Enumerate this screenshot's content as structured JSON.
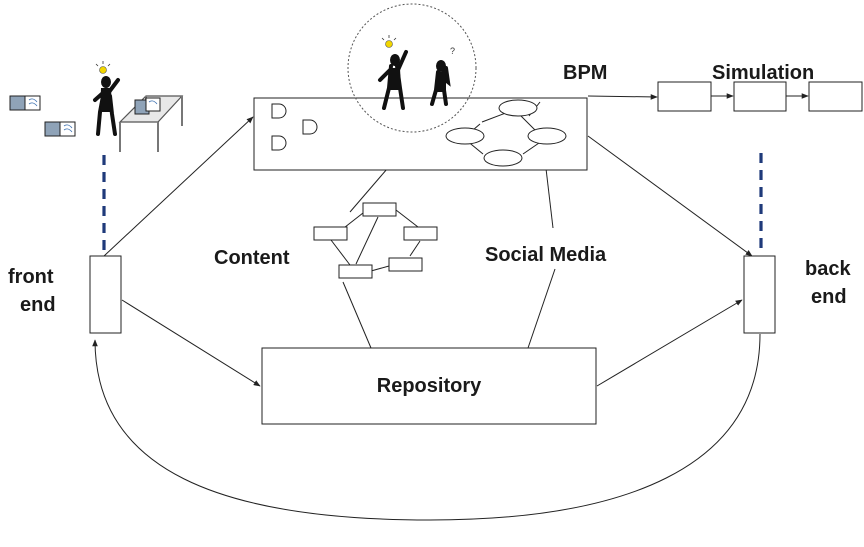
{
  "labels": {
    "bpm": "BPM",
    "simulation": "Simulation",
    "front_end_line1": "front",
    "front_end_line2": "end",
    "back_end_line1": "back",
    "back_end_line2": "end",
    "content": "Content",
    "social_media": "Social Media",
    "repository": "Repository"
  },
  "colors": {
    "line": "#222222",
    "dashed_link": "#1f3a7a",
    "lightbulb": "#f2d600",
    "document_icon": "#8fa3b8"
  },
  "icons": {
    "front_end_figure": "person-with-idea-icon",
    "workbench": "workbench-icon",
    "documents": "document-icon",
    "bpm_figures": "people-thinking-icon"
  }
}
